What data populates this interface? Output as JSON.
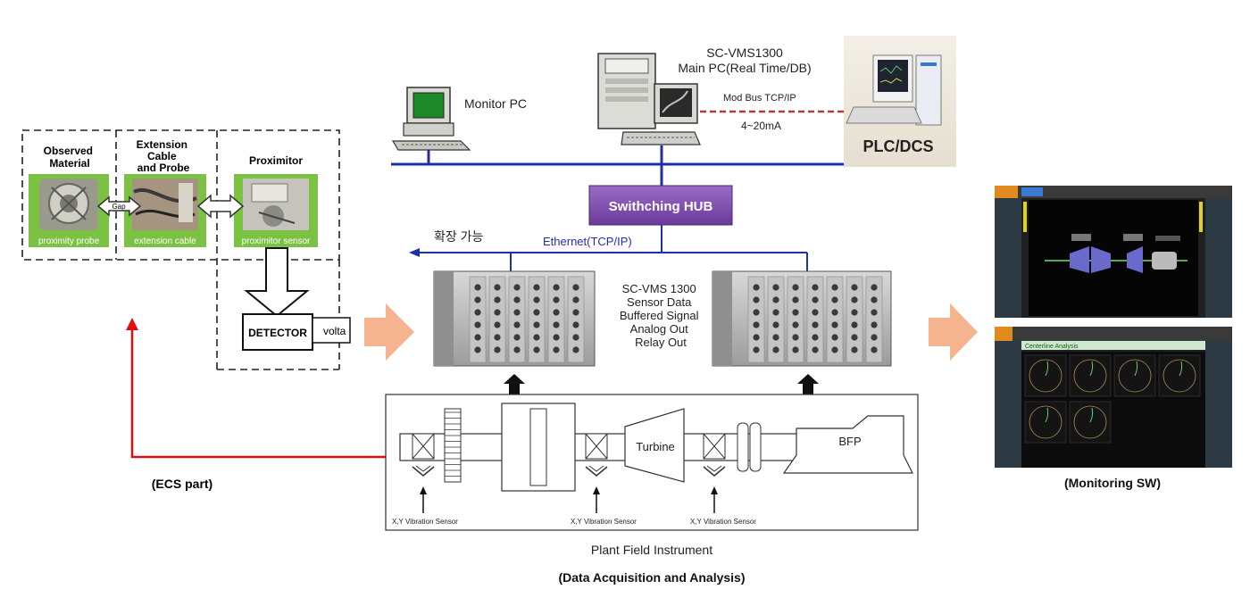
{
  "sensor_chain": {
    "observed_material": "Observed\nMaterial",
    "extension_cable": "Extension\nCable\nand Probe",
    "proximitor": "Proximitor",
    "gap": "Gap",
    "proximity_probe": "proximity probe",
    "extension_cable_caption": "extension cable",
    "proximitor_sensor": "proximitor sensor",
    "detector": "DETECTOR",
    "voltage": "volta"
  },
  "network": {
    "monitor_pc": "Monitor PC",
    "main_pc_title": "SC-VMS1300",
    "main_pc_sub": "Main PC(Real Time/DB)",
    "modbus": "Mod Bus TCP/IP",
    "current_loop": "4~20mA",
    "plc": "PLC/DCS",
    "hub": "Swithching  HUB",
    "ethernet": "Ethernet(TCP/IP)",
    "expand": "확장 가능"
  },
  "rack": {
    "lines": [
      "SC-VMS  1300",
      "Sensor Data",
      "Buffered Signal",
      "Analog Out",
      "Relay Out"
    ]
  },
  "plant": {
    "turbine": "Turbine",
    "bfp": "BFP",
    "sensor_label": "X,Y Vibration Sensor",
    "caption": "Plant Field Instrument"
  },
  "captions": {
    "ecs": "(ECS part)",
    "monitoring": "(Monitoring SW)",
    "daq": "(Data Acquisition and Analysis)"
  },
  "monitor_sw": {
    "panel2_title": "Centerline Analysis"
  },
  "colors": {
    "network_line": "#1f2fa8",
    "hub": "#7a45a8",
    "feedback_line": "#e01010",
    "arrow_fill": "#f6b48e",
    "probe_bg": "#7cc242"
  }
}
